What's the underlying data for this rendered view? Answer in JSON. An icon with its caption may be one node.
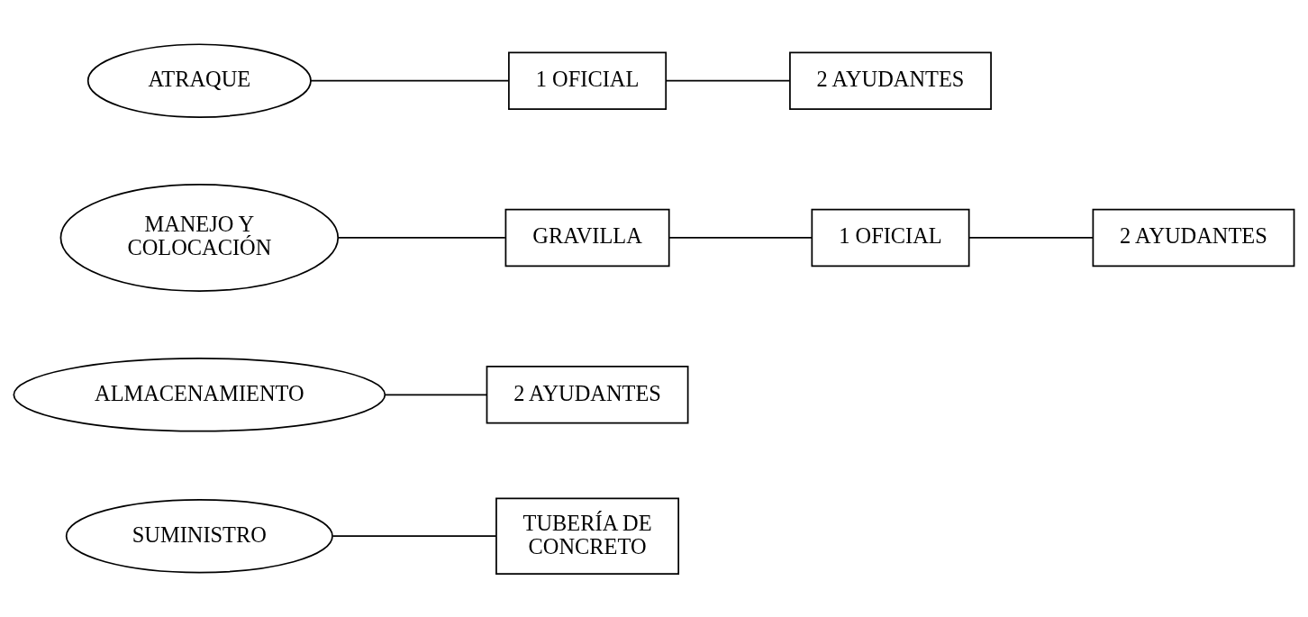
{
  "diagram": {
    "nodes": [
      {
        "text": [
          "SUMINISTRO"
        ]
      },
      {
        "text": [
          "TUBERÍA DE CONCRETO"
        ]
      },
      {
        "text": [
          "ALMACENAMIENTO"
        ]
      },
      {
        "text": [
          "2 AYUDANTES"
        ]
      },
      {
        "text": [
          "MANEJO Y COLOCACIÓN"
        ]
      },
      {
        "text": [
          "GRAVILLA"
        ]
      },
      {
        "text": [
          "1 OFICIAL"
        ]
      },
      {
        "text": [
          "2 AYUDANTES"
        ]
      },
      {
        "text": [
          "ATRAQUE"
        ]
      },
      {
        "text": [
          "1 OFICIAL"
        ]
      },
      {
        "text": [
          "2 AYUDANTES"
        ]
      }
    ],
    "edges": [
      {
        "from": 0,
        "to": 1,
        "arrow": "none"
      },
      {
        "from": 2,
        "to": 3,
        "arrow": "none"
      },
      {
        "from": 4,
        "to": 5,
        "arrow": "none"
      },
      {
        "from": 5,
        "to": 6,
        "arrow": "none"
      },
      {
        "from": 6,
        "to": 7,
        "arrow": "none"
      },
      {
        "from": 8,
        "to": 9,
        "arrow": "none"
      },
      {
        "from": 9,
        "to": 10,
        "arrow": "none"
      }
    ]
  }
}
